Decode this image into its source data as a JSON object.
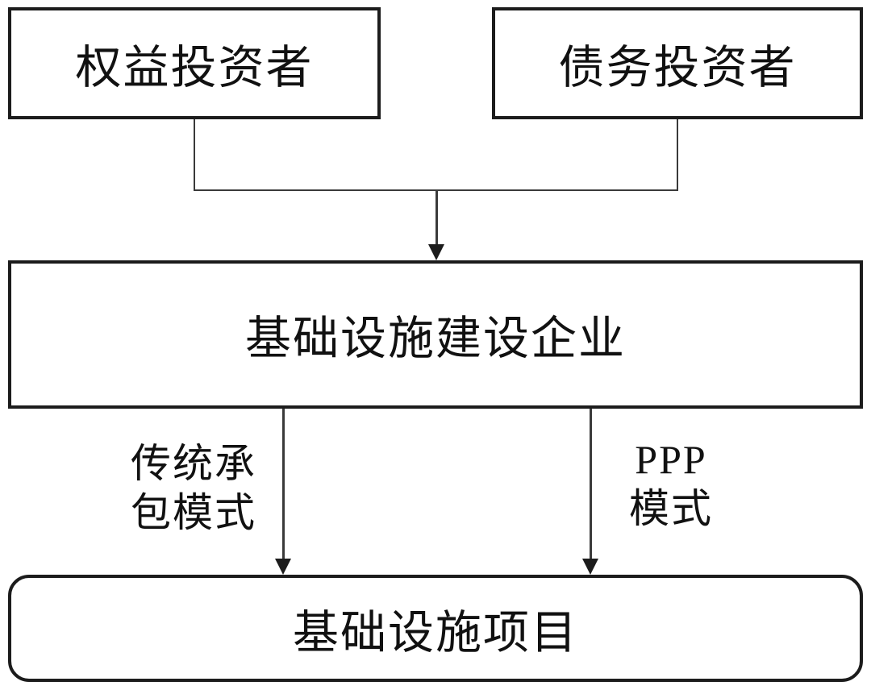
{
  "colors": {
    "bg": "#ffffff",
    "line": "#1c1c1c",
    "thin_line": "#3a3a3a",
    "text": "#111111"
  },
  "diagram": {
    "nodes": {
      "equity_investor": {
        "label": "权益投资者"
      },
      "debt_investor": {
        "label": "债务投资者"
      },
      "infrastructure_enterprise": {
        "label": "基础设施建设企业"
      },
      "infrastructure_project": {
        "label": "基础设施项目"
      }
    },
    "edge_labels": {
      "traditional_contracting": {
        "line1": "传统承",
        "line2": "包模式"
      },
      "ppp": {
        "line1": "PPP",
        "line2": "模式"
      }
    }
  }
}
